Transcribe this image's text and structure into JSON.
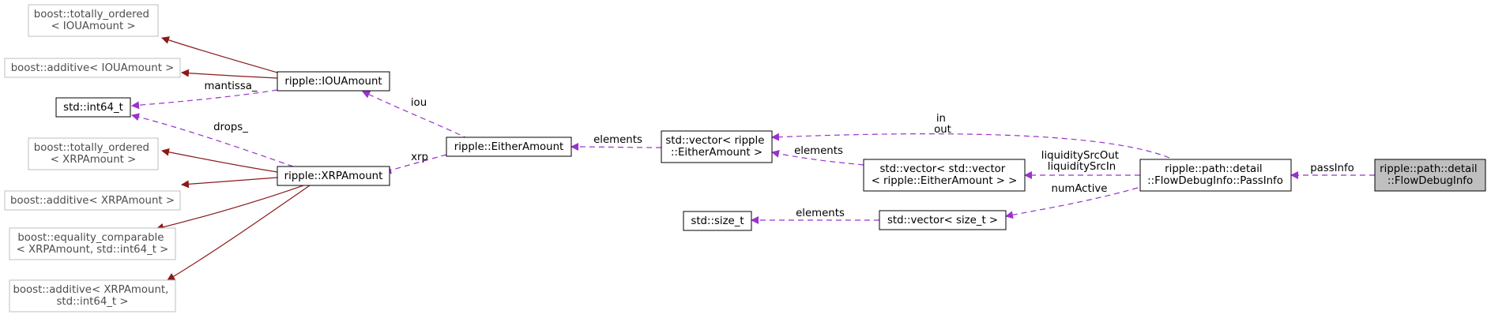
{
  "diagram": {
    "nodes": {
      "tot_iou": [
        "boost::totally_ordered",
        "< IOUAmount >"
      ],
      "add_iou": [
        "boost::additive< IOUAmount >"
      ],
      "int64": [
        "std::int64_t"
      ],
      "tot_xrp": [
        "boost::totally_ordered",
        "< XRPAmount >"
      ],
      "add_xrp": [
        "boost::additive< XRPAmount >"
      ],
      "eq_xrp": [
        "boost::equality_comparable",
        "< XRPAmount, std::int64_t >"
      ],
      "add_xrp_i64": [
        "boost::additive< XRPAmount,",
        "std::int64_t >"
      ],
      "iou": [
        "ripple::IOUAmount"
      ],
      "xrp": [
        "ripple::XRPAmount"
      ],
      "either": [
        "ripple::EitherAmount"
      ],
      "vec_either": [
        "std::vector< ripple",
        "::EitherAmount >"
      ],
      "size_t": [
        "std::size_t"
      ],
      "vec_vec": [
        "std::vector< std::vector",
        "< ripple::EitherAmount > >"
      ],
      "vec_size": [
        "std::vector< size_t >"
      ],
      "passinfo": [
        "ripple::path::detail",
        "::FlowDebugInfo::PassInfo"
      ],
      "focus": [
        "ripple::path::detail",
        "::FlowDebugInfo"
      ]
    },
    "edge_labels": {
      "mantissa": [
        "mantissa_"
      ],
      "drops": [
        "drops_"
      ],
      "iou": [
        "iou"
      ],
      "xrp": [
        "xrp"
      ],
      "elements_either": [
        "elements"
      ],
      "in_out": [
        "in",
        "out"
      ],
      "elements_vec": [
        "elements"
      ],
      "liquidity": [
        "liquiditySrcOut",
        "liquiditySrcIn"
      ],
      "num_active": [
        "numActive"
      ],
      "elements_size": [
        "elements"
      ],
      "pass_info": [
        "passInfo"
      ]
    },
    "colors": {
      "inheritance_edge": "#8b1a1a",
      "usage_edge": "#9a32cd",
      "focus_fill": "#bfbfbf",
      "external_border": "#bfbfbf"
    }
  }
}
